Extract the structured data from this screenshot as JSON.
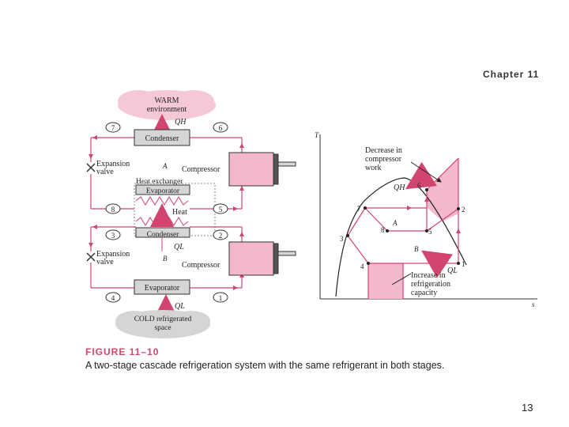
{
  "chapter": "Chapter 11",
  "figure": {
    "label": "FIGURE 11–10",
    "caption": "A two-stage cascade refrigeration system with the same refrigerant in both stages."
  },
  "page_number": "13",
  "schematic": {
    "warm_cloud": [
      "WARM",
      "environment"
    ],
    "cold_cloud": [
      "COLD refrigerated",
      "space"
    ],
    "qh": "QH",
    "ql_top": "QL",
    "ql_bottom": "QL",
    "condenser_top": "Condenser",
    "evaporator_top": "Evaporator",
    "condenser_bottom": "Condenser",
    "evaporator_bottom": "Evaporator",
    "heat_exchanger": "Heat exchanger",
    "heat": "Heat",
    "expansion_valve_top": [
      "Expansion",
      "valve"
    ],
    "expansion_valve_bottom": [
      "Expansion",
      "valve"
    ],
    "compressor_top": "Compressor",
    "compressor_bottom": "Compressor",
    "stage_a": "A",
    "stage_b": "B",
    "states": {
      "s7": "7",
      "s6": "6",
      "s8": "8",
      "s5": "5",
      "s3": "3",
      "s2": "2",
      "s4": "4",
      "s1": "1"
    }
  },
  "ts_diagram": {
    "y_axis": "T",
    "x_axis": "s",
    "qh": "QH",
    "ql": "QL",
    "cycle_a": "A",
    "cycle_b": "B",
    "annotation_decrease": [
      "Decrease in",
      "compressor",
      "work"
    ],
    "annotation_increase": [
      "Increase in",
      "refrigeration",
      "capacity"
    ],
    "points": {
      "p1": "1",
      "p2": "2",
      "p3": "3",
      "p4": "4",
      "p5": "5",
      "p6": "6",
      "p7": "7",
      "p8": "8"
    }
  },
  "colors": {
    "pink": "#f3b8cd",
    "accent": "#d2456e",
    "box": "#d5d5d5",
    "cloud": "#f5c8d8"
  }
}
